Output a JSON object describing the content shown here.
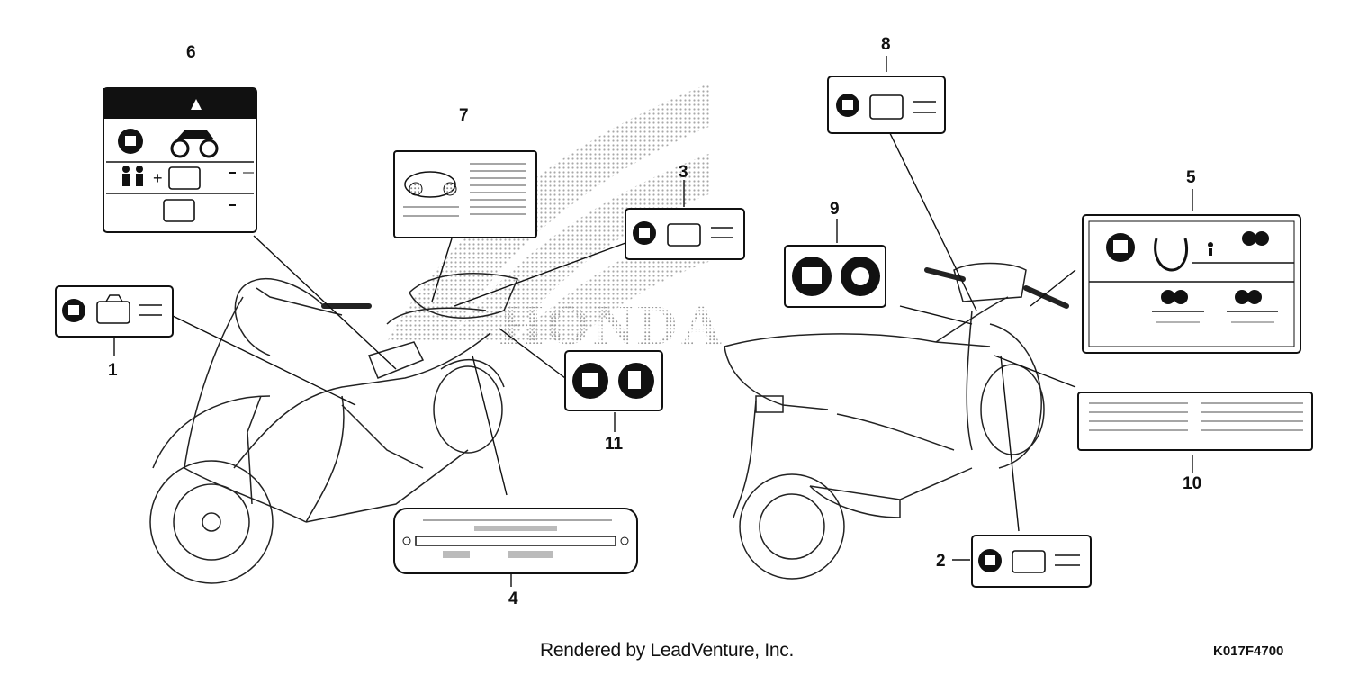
{
  "diagram": {
    "callouts": {
      "c1": "1",
      "c2": "2",
      "c3": "3",
      "c4": "4",
      "c5": "5",
      "c6": "6",
      "c7": "7",
      "c8": "8",
      "c9": "9",
      "c10": "10",
      "c11": "11"
    },
    "brand_watermark": "HONDA",
    "credit": "Rendered by LeadVenture, Inc.",
    "diagram_code": "K017F4700"
  }
}
